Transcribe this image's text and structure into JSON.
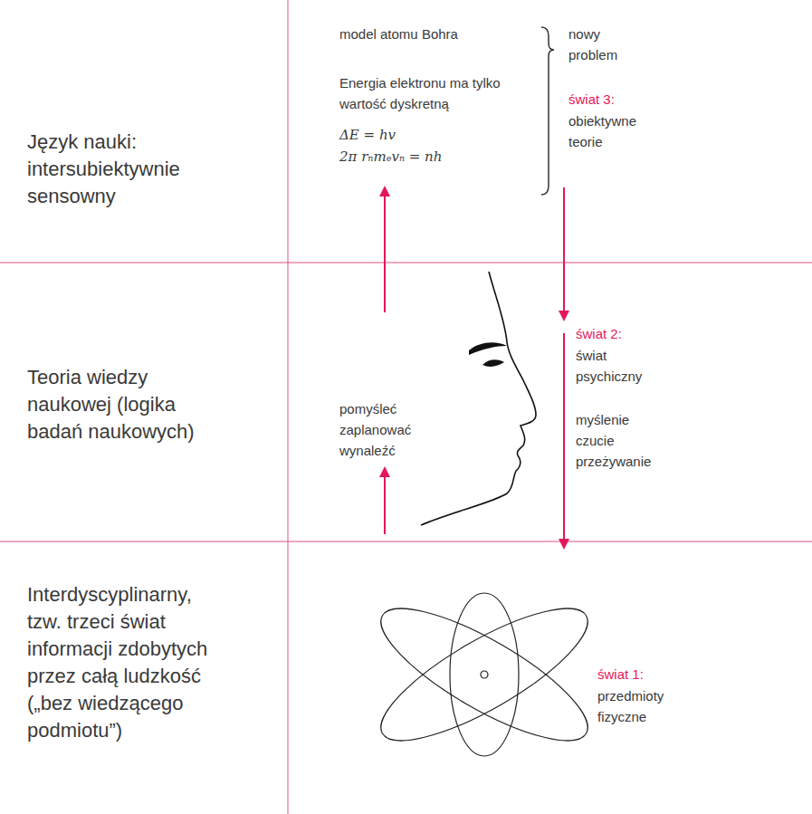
{
  "diagram": {
    "labels": [
      "Język nauki: intersubiektywnie sensowny",
      "model atomu Bohra",
      "Energia elektronu ma tylko wartość dyskretną",
      "ΔE = hv",
      "2π rₙmₑvₙ = nh",
      "nowy problem",
      "świat 3:",
      "obiektywne teorie",
      "Teoria wiedzy naukowej (logika badań naukowych)",
      "pomyśleć zaplanować wynaleźć",
      "świat 2:",
      "świat psychiczny",
      "myślenie czucie przeżywanie",
      "Interdyscyplinarny, tzw. trzeci świat informacji zdobytych przez całą ludzkość („bez wiedzącego podmiotu”)",
      "świat 1:",
      "przedmioty fizyczne"
    ]
  }
}
